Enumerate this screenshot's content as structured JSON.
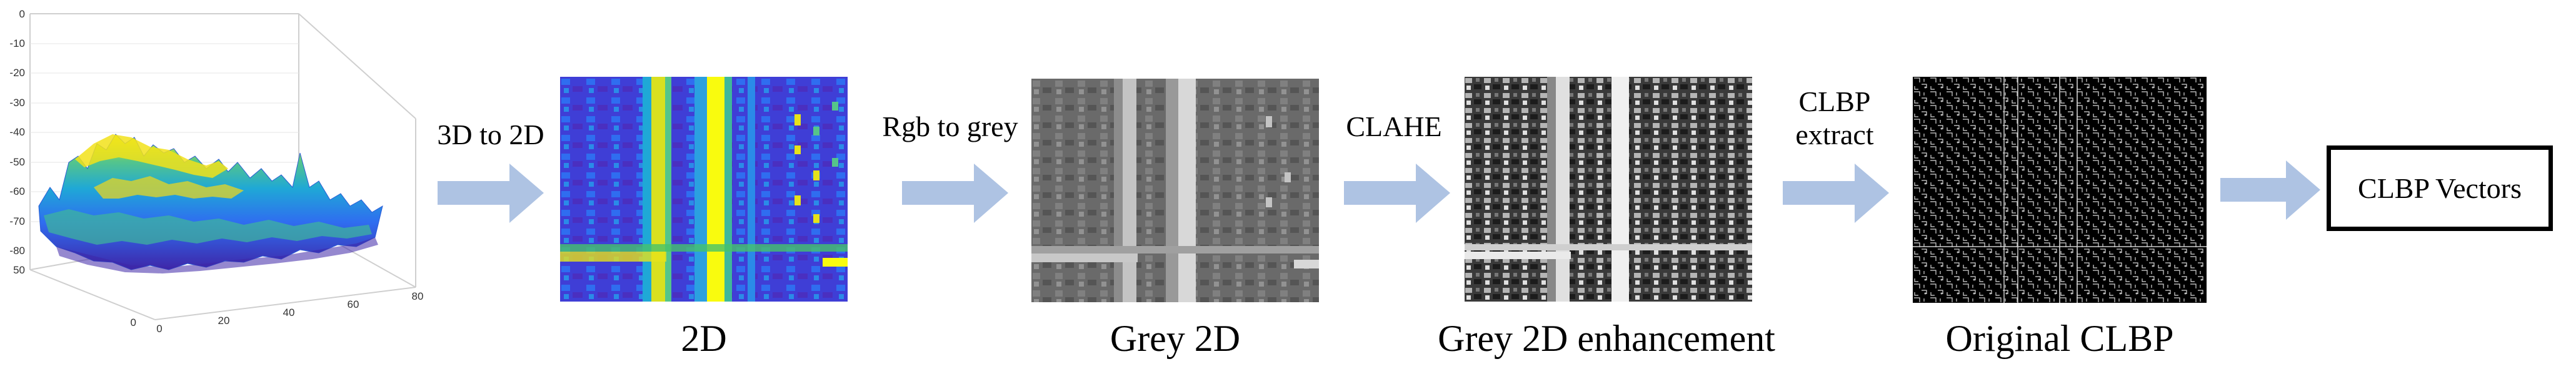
{
  "plot3d": {
    "z_ticks": [
      "0",
      "-10",
      "-20",
      "-30",
      "-40",
      "-50",
      "-60",
      "-70",
      "-80"
    ],
    "x_ticks": [
      "0",
      "20",
      "40",
      "60",
      "80"
    ],
    "y_ticks": [
      "0",
      "50"
    ]
  },
  "stages": [
    {
      "arrow_label": "3D to 2D",
      "caption": "2D"
    },
    {
      "arrow_label": "Rgb to grey",
      "caption": "Grey 2D"
    },
    {
      "arrow_label": "CLAHE",
      "caption": "Grey 2D enhancement"
    },
    {
      "arrow_label_line1": "CLBP",
      "arrow_label_line2": "extract",
      "caption": "Original CLBP"
    }
  ],
  "output_box": {
    "label": "CLBP Vectors"
  },
  "colors": {
    "arrow": "#aec3e3",
    "parula_low": "#3e26a8",
    "parula_mid": "#1fa8d6",
    "parula_high": "#f9fb0e"
  }
}
